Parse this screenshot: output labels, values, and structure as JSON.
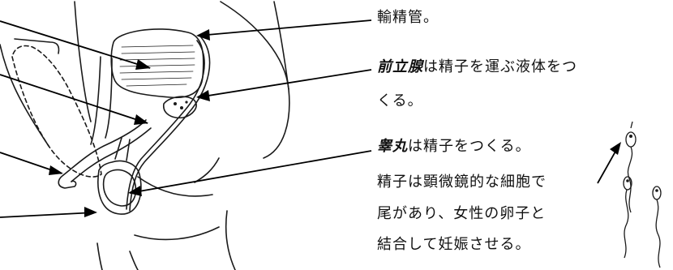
{
  "labels": {
    "vas_deferens": "輸精管。",
    "prostate_term": "前立腺",
    "prostate_rest": "は精子を運ぶ液体をつ",
    "prostate_line2": "くる。",
    "testis_term": "睾丸",
    "testis_rest": "は精子をつくる。",
    "sperm_line1": "精子は顕微鏡的な細胞で",
    "sperm_line2": "尾があり、女性の卵子と",
    "sperm_line3": "結合して妊娠させる。"
  }
}
